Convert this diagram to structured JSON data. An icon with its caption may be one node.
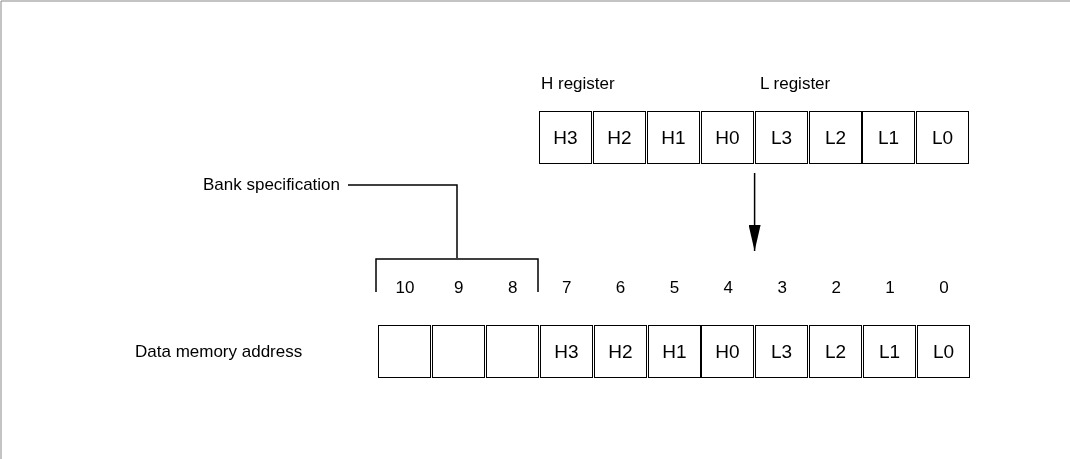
{
  "diagram": {
    "nodes": [
      {
        "text": [
          "Bank specification"
        ]
      },
      {
        "text": [],
        "shape": "bracket"
      },
      {
        "text": [],
        "shape": "box"
      },
      {
        "text": [
          "H3"
        ],
        "in": 2
      },
      {
        "text": [
          "H2"
        ],
        "in": 2
      },
      {
        "text": [
          "H1"
        ],
        "in": 2
      },
      {
        "text": [
          "H0"
        ],
        "in": 2
      },
      {
        "text": [
          "L3"
        ],
        "in": 2
      },
      {
        "text": [
          "L2"
        ],
        "in": 2
      },
      {
        "text": [
          "L1"
        ],
        "in": 2
      },
      {
        "text": [
          "L0"
        ],
        "in": 2
      },
      {
        "text": [],
        "shape": "box"
      },
      {
        "text": [],
        "shape": "box",
        "in": 11
      },
      {
        "text": [],
        "shape": "box",
        "in": 11
      },
      {
        "text": [],
        "shape": "box",
        "in": 11
      },
      {
        "text": [
          "H3"
        ],
        "in": 11
      },
      {
        "text": [
          "H2"
        ],
        "in": 11
      },
      {
        "text": [
          "H1"
        ],
        "in": 11
      },
      {
        "text": [
          "H0"
        ],
        "in": 11
      },
      {
        "text": [
          "L3"
        ],
        "in": 11
      },
      {
        "text": [
          "L2"
        ],
        "in": 11
      },
      {
        "text": [
          "L1"
        ],
        "in": 11
      },
      {
        "text": [
          "L0"
        ],
        "in": 11
      }
    ],
    "edges": [
      {
        "from": 0,
        "to": 1,
        "arrow": "none"
      },
      {
        "from": 2,
        "to": null,
        "arrow": "to"
      }
    ],
    "labels": [
      "H register",
      "L register",
      "Data memory address",
      "10",
      "9",
      "8",
      "7",
      "6",
      "5",
      "4",
      "3",
      "2",
      "1",
      "0"
    ]
  }
}
